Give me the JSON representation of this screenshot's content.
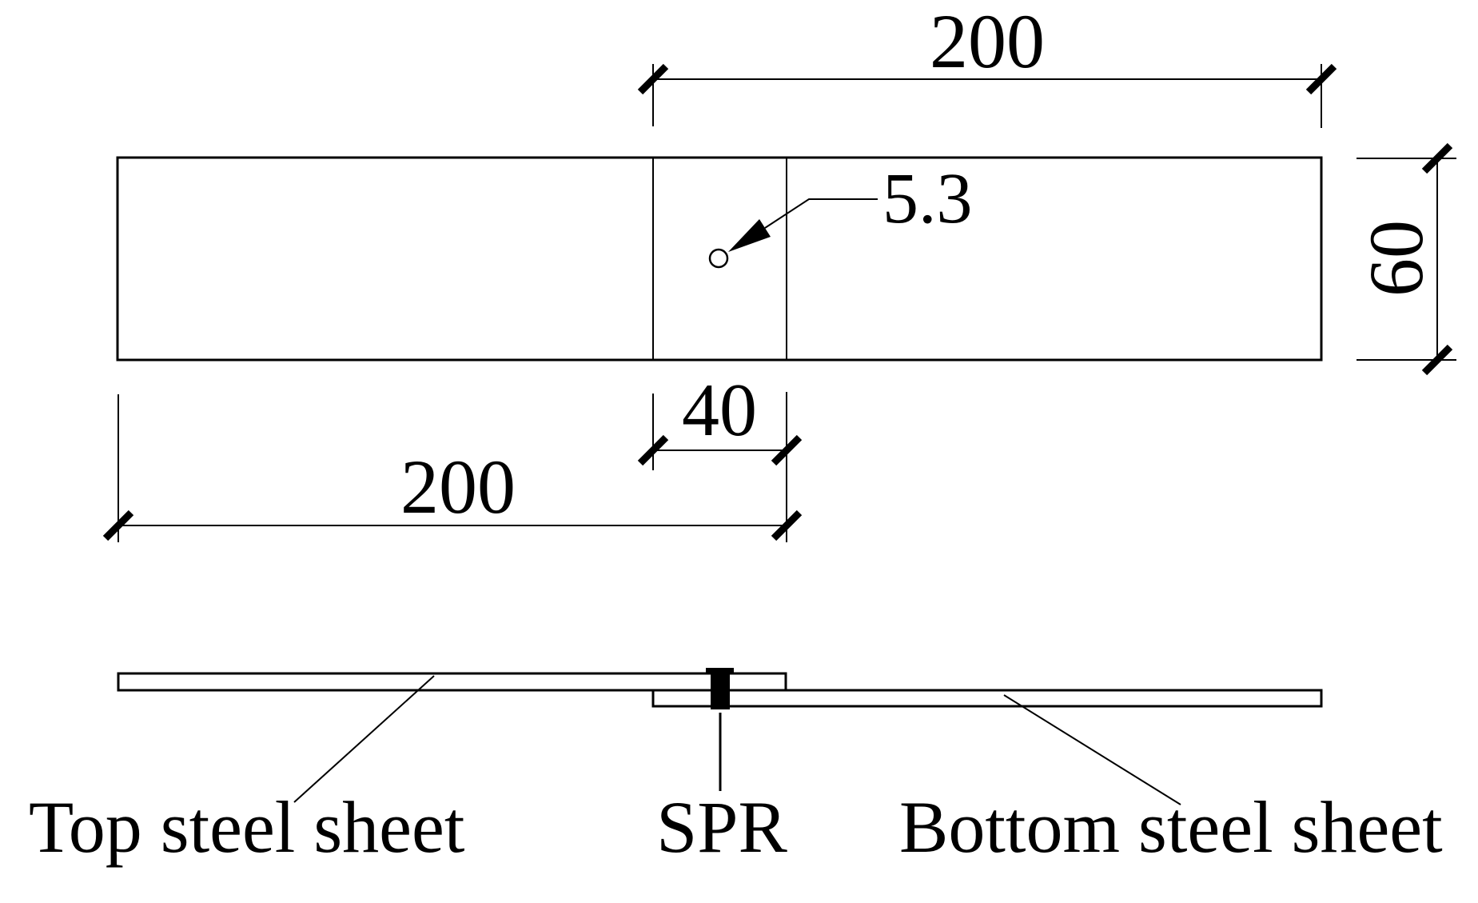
{
  "drawing": {
    "dimensions": {
      "bottom_sheet_length": "200",
      "top_sheet_length": "200",
      "overlap_length": "40",
      "sheet_width": "60",
      "rivet_diameter": "5.3"
    },
    "labels": {
      "top_sheet": "Top steel sheet",
      "spr": "SPR",
      "bottom_sheet": "Bottom steel sheet"
    },
    "colors": {
      "line": "#000000",
      "background": "#ffffff"
    }
  }
}
